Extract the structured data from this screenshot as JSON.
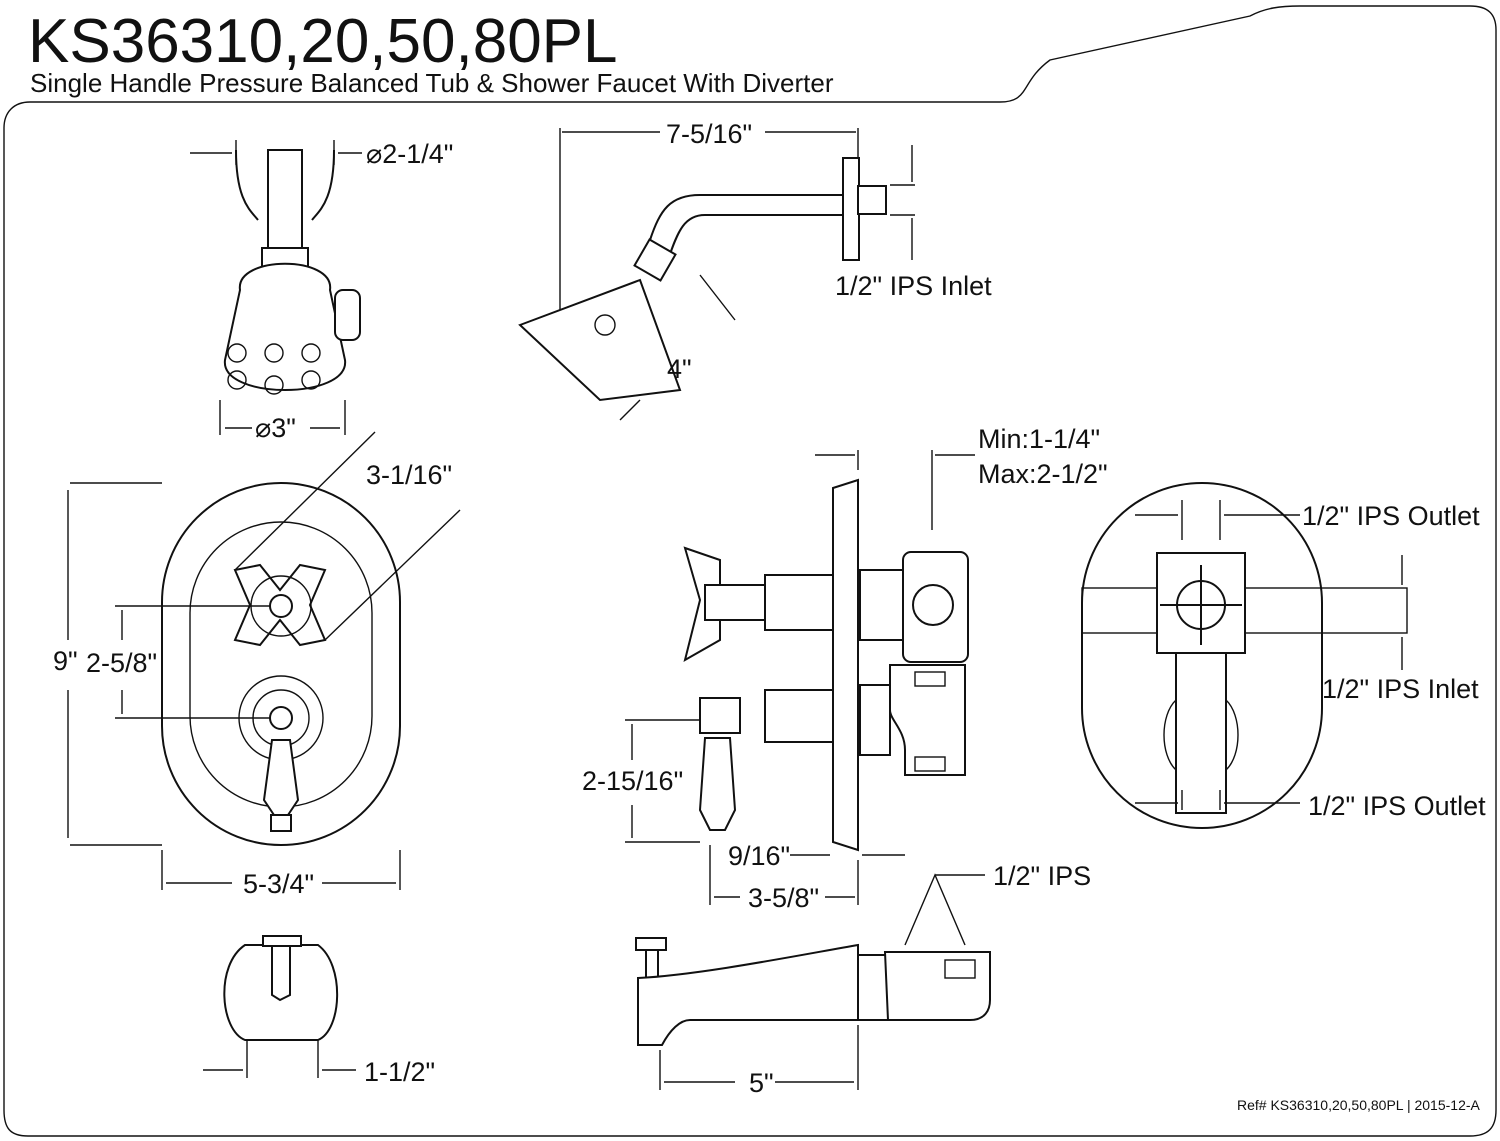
{
  "header": {
    "model": "KS36310,20,50,80PL",
    "subtitle": "Single Handle Pressure Balanced Tub & Shower Faucet With Diverter"
  },
  "dimensions": {
    "flange_diameter": "⌀2-1/4\"",
    "arm_length": "7-5/16\"",
    "arm_inlet": "1/2\" IPS Inlet",
    "head_length": "4\"",
    "head_diameter": "⌀3\"",
    "handle_span": "3-1/16\"",
    "wall_min": "Min:1-1/4\"",
    "wall_max": "Max:2-1/2\"",
    "valve_outlet_top": "1/2\" IPS Outlet",
    "plate_height": "9\"",
    "handle_spacing": "2-5/8\"",
    "valve_inlet": "1/2\" IPS Inlet",
    "lever_drop": "2-15/16\"",
    "valve_outlet_bottom": "1/2\" IPS Outlet",
    "plate_offset": "9/16\"",
    "plate_width": "5-3/4\"",
    "spout_ips": "1/2\" IPS",
    "handle_projection": "3-5/8\"",
    "spout_width": "1-1/2\"",
    "spout_reach": "5\""
  },
  "footer": {
    "ref": "Ref# KS36310,20,50,80PL | 2015-12-A"
  }
}
